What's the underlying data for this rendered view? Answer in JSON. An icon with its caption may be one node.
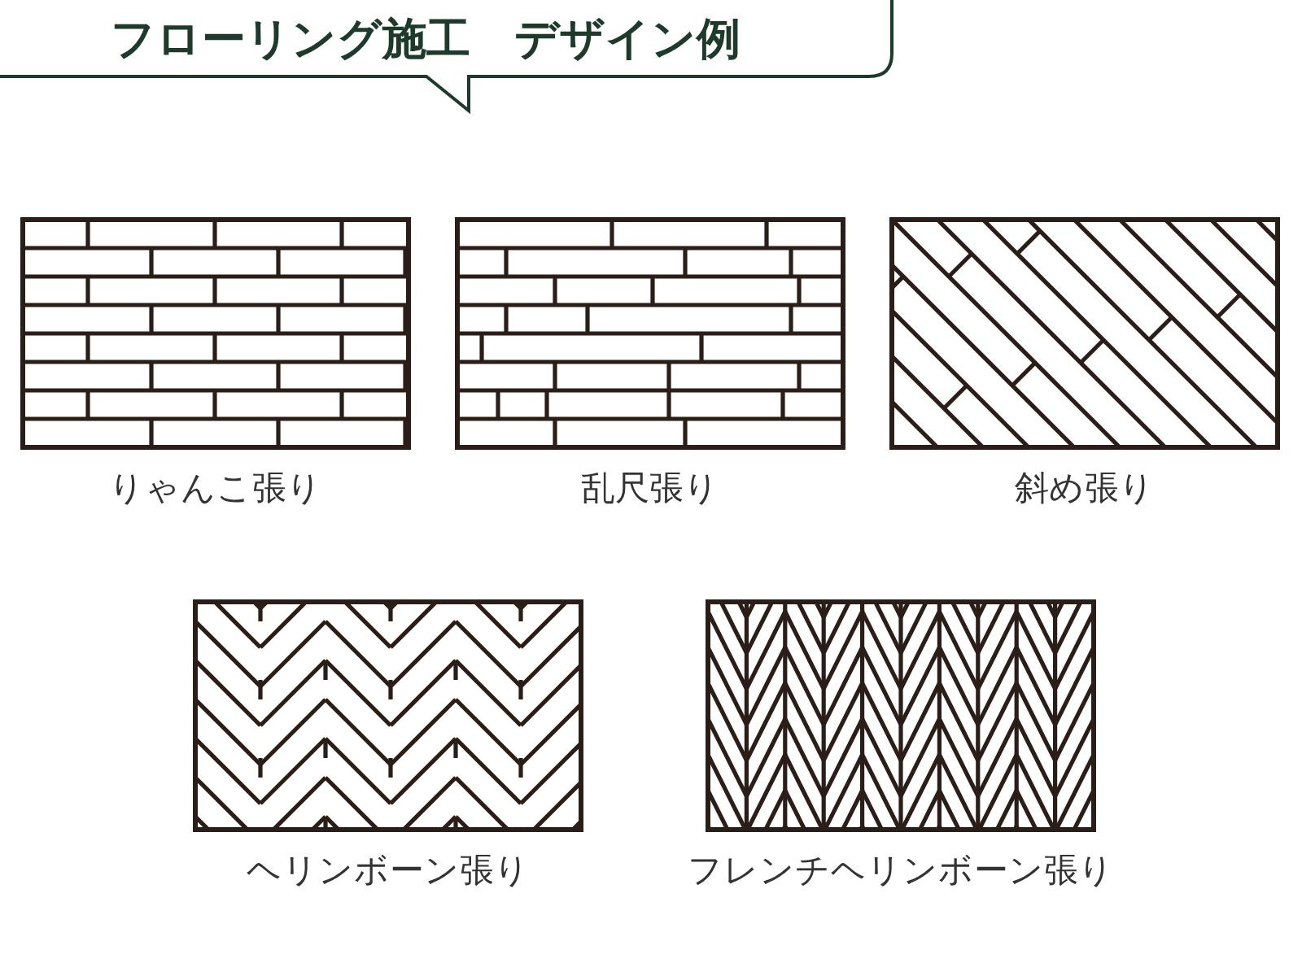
{
  "diagram": {
    "title": "フローリング施工　デザイン例",
    "labels": [
      "りゃんこ張り",
      "乱尺張り",
      "斜め張り",
      "ヘリンボーン張り",
      "フレンチヘリンボーン張り"
    ]
  }
}
